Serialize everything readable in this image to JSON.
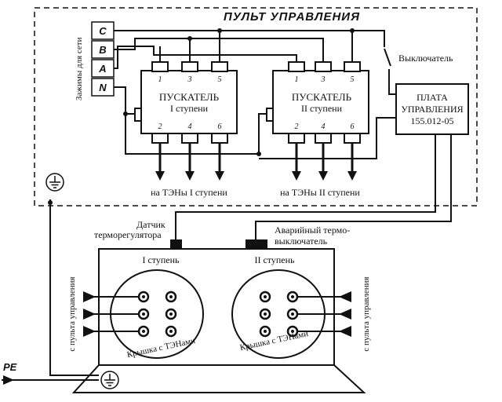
{
  "panel": {
    "title": "ПУЛЬТ УПРАВЛЕНИЯ",
    "terminals_label": "Зажимы для сети",
    "terminals": [
      "C",
      "B",
      "A",
      "N"
    ],
    "switch_label": "Выключатель",
    "board_line1": "ПЛАТА",
    "board_line2": "УПРАВЛЕНИЯ",
    "board_line3": "155.012-05"
  },
  "starter1": {
    "title": "ПУСКАТЕЛЬ",
    "stage": "I ступени",
    "top_pins": [
      "1",
      "3",
      "5"
    ],
    "bottom_pins": [
      "2",
      "4",
      "6"
    ],
    "out_label": "на ТЭНы I ступени"
  },
  "starter2": {
    "title": "ПУСКАТЕЛЬ",
    "stage": "II ступени",
    "top_pins": [
      "1",
      "3",
      "5"
    ],
    "bottom_pins": [
      "2",
      "4",
      "6"
    ],
    "out_label": "на ТЭНы II ступени"
  },
  "boiler": {
    "sensor_line1": "Датчик",
    "sensor_line2": "терморегулятора",
    "alarm_line1": "Аварийный  термо-",
    "alarm_line2": "выключатель",
    "stage1": "I ступень",
    "stage2": "II ступень",
    "cover1": "Крышка с ТЭНами",
    "cover2": "Крышка с ТЭНами",
    "side_left": "с пульта управления",
    "side_right": "с пульта управления",
    "pe_label": "PE"
  }
}
